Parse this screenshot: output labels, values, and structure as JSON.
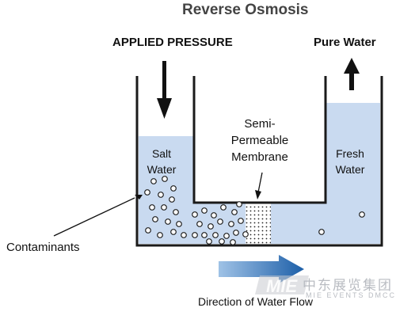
{
  "title": "Reverse Osmosis",
  "labels": {
    "applied_pressure": "APPLIED PRESSURE",
    "pure_water": "Pure Water",
    "salt_water": [
      "Salt",
      "Water"
    ],
    "fresh_water": [
      "Fresh",
      "Water"
    ],
    "membrane": [
      "Semi-",
      "Permeable",
      "Membrane"
    ],
    "contaminants": "Contaminants",
    "direction": "Direction of Water Flow"
  },
  "watermark": {
    "logo_text": "MIE",
    "chinese": "中东展览集团",
    "english": "MIE EVENTS DMCC"
  },
  "colors": {
    "water": "#c9daf0",
    "container": "#1a1a1a",
    "flow_arrow_start": "#9fc2e6",
    "flow_arrow_end": "#1d5fa8",
    "watermark": "#c8cbd0"
  }
}
